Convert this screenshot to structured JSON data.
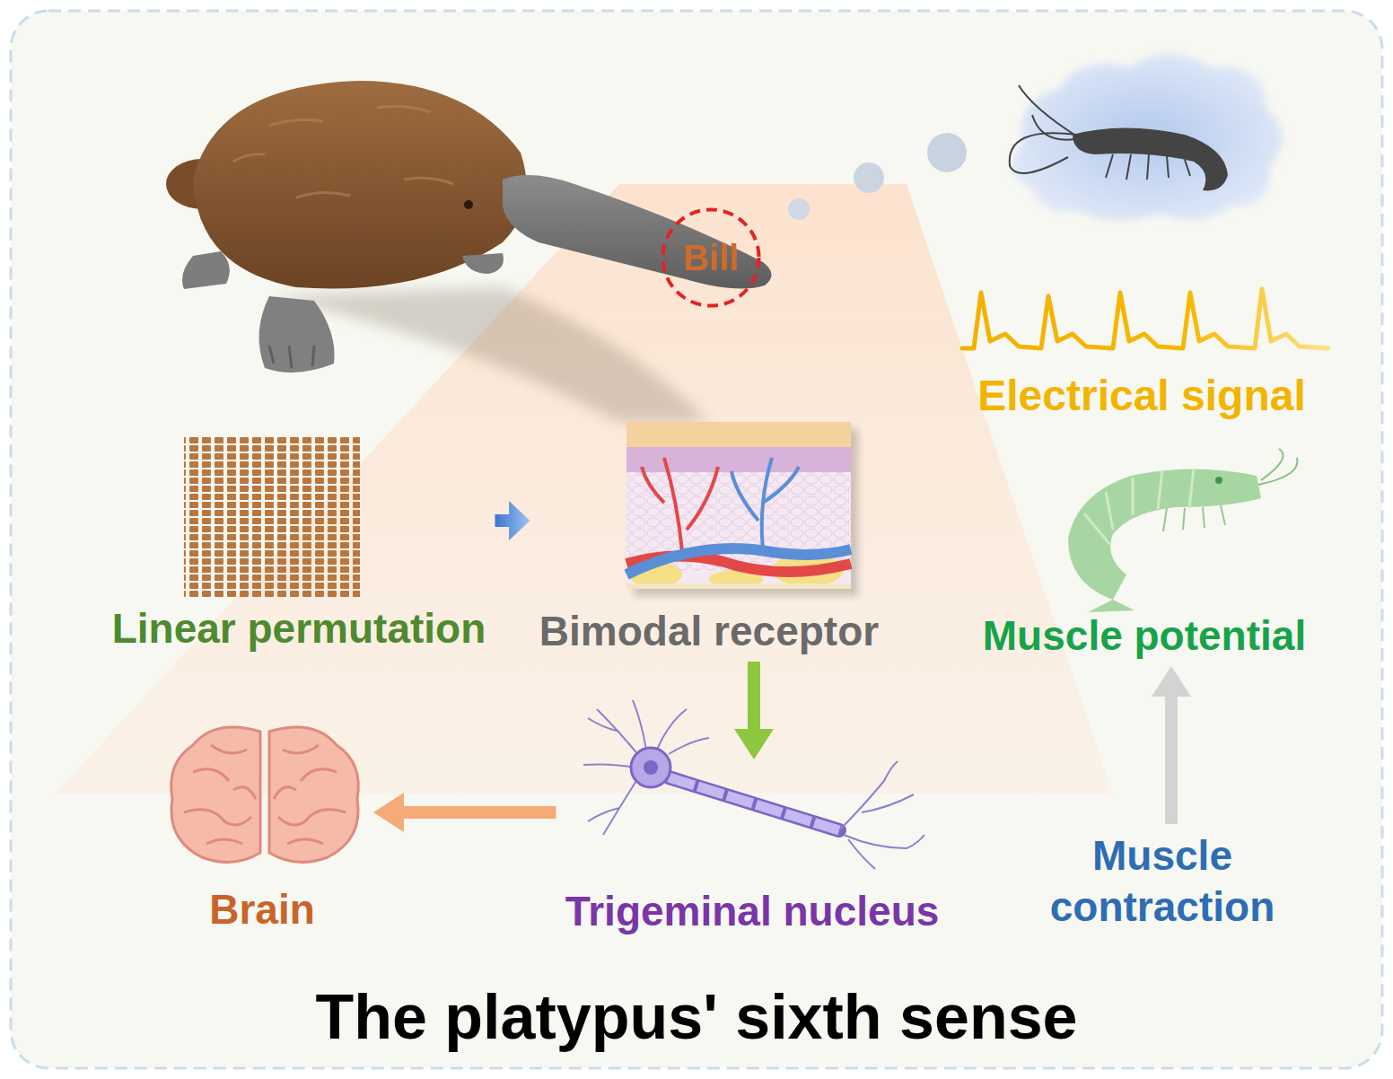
{
  "diagram": {
    "title": "The platypus' sixth sense",
    "nodes": [
      {
        "text": [
          "Bill"
        ]
      },
      {
        "text": [
          "Electrical signal"
        ]
      },
      {
        "text": [
          "Linear permutation"
        ]
      },
      {
        "text": [
          "Bimodal receptor"
        ]
      },
      {
        "text": [
          "Muscle potential"
        ]
      },
      {
        "text": [
          "Brain"
        ]
      },
      {
        "text": [
          "Trigeminal nucleus"
        ]
      },
      {
        "text": [
          "Muscle contraction"
        ]
      }
    ],
    "edges": [
      {
        "from": 2,
        "to": 3,
        "arrow": "to"
      },
      {
        "from": 3,
        "to": 6,
        "arrow": "to"
      },
      {
        "from": 6,
        "to": 5,
        "arrow": "to"
      },
      {
        "from": 7,
        "to": 4,
        "arrow": "to"
      }
    ]
  }
}
